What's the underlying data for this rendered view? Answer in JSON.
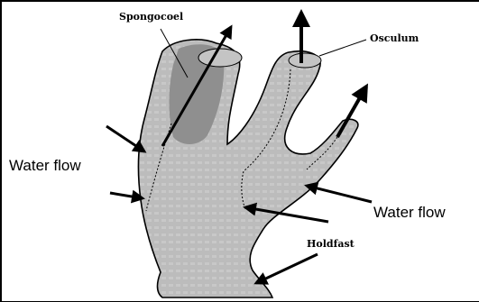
{
  "labels": {
    "spongocoel": "Spongocoel",
    "osculum": "Osculum",
    "holdfast": "Holdfast",
    "water_flow_left": "Water flow",
    "water_flow_right": "Water flow"
  },
  "colors": {
    "body_fill": "#b9b9b9",
    "spongocoel_fill": "#8f8f8f",
    "outline": "#000000",
    "arrow": "#000000",
    "background": "#ffffff"
  }
}
